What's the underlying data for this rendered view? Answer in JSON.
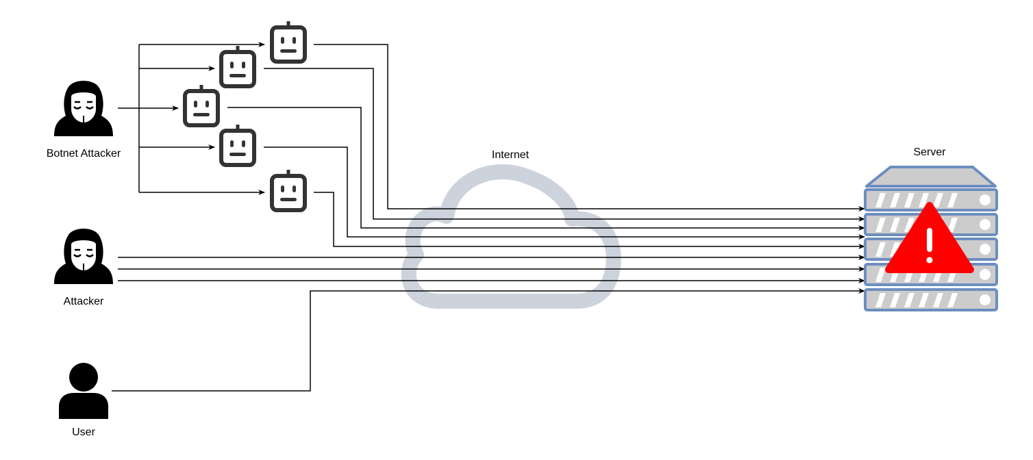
{
  "nodes": {
    "botnet_attacker": "Botnet Attacker",
    "attacker": "Attacker",
    "user": "User",
    "internet": "Internet",
    "server": "Server"
  },
  "icons": {
    "attackers": "hooded-hacker-icon",
    "bots": "robot-icon",
    "user": "user-icon",
    "internet": "cloud-icon",
    "server": "server-rack-icon",
    "warning": "warning-triangle-icon"
  },
  "colors": {
    "cloud": "#cdd3dc",
    "server_fill": "#cccccc",
    "server_stroke": "#6c8ebf",
    "warning": "#ff0000",
    "robot": "#333333"
  }
}
